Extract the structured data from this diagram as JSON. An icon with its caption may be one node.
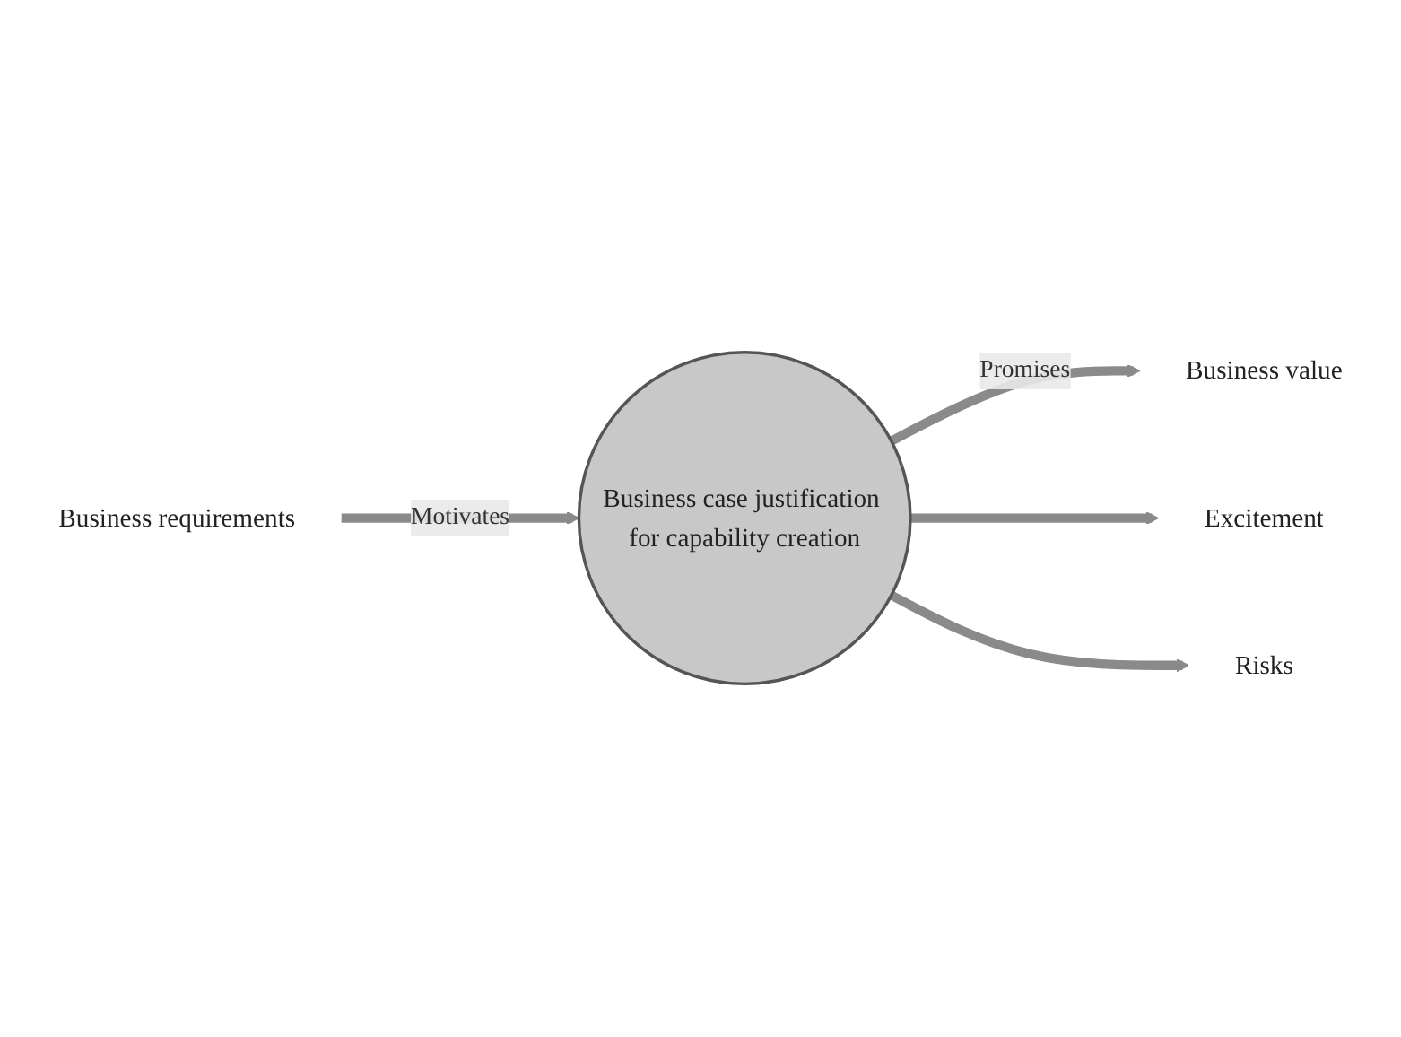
{
  "diagram": {
    "nodes": [
      {
        "text": [
          "Business requirements"
        ]
      },
      {
        "text": [
          "Business case justification for capability creation"
        ]
      },
      {
        "text": [
          "Business value"
        ]
      },
      {
        "text": [
          "Excitement"
        ]
      },
      {
        "text": [
          "Risks"
        ]
      }
    ],
    "edges": [
      {
        "from": 0,
        "to": 1,
        "arrow": "to",
        "label": "Motivates"
      },
      {
        "from": 1,
        "to": 2,
        "arrow": "to",
        "label": "Promises"
      },
      {
        "from": 1,
        "to": 3,
        "arrow": "to"
      },
      {
        "from": 1,
        "to": 4,
        "arrow": "to"
      }
    ]
  }
}
